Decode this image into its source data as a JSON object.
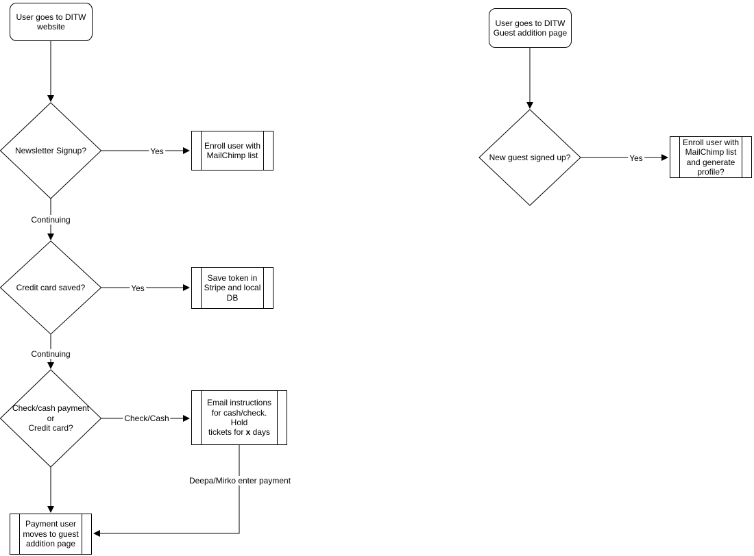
{
  "left_flow": {
    "start": {
      "text": "User goes to DITW\nwebsite"
    },
    "newsletter_decision": {
      "text": "Newsletter Signup?"
    },
    "enroll_mailchimp": {
      "text": "Enroll user with\nMailChimp list"
    },
    "credit_card_decision": {
      "text": "Credit card saved?"
    },
    "save_token": {
      "text": "Save token in\nStripe and local\nDB"
    },
    "payment_method_decision": {
      "text": "Check/cash payment\nor\nCredit card?"
    },
    "email_instructions": {
      "prefix": "Email instructions\nfor cash/check. Hold\ntickets for ",
      "bold": "x",
      "suffix": " days"
    },
    "payment_user_moves": {
      "text": "Payment user\nmoves to guest\naddition page"
    },
    "edge_labels": {
      "yes_newsletter": "Yes",
      "continuing_1": "Continuing",
      "yes_credit": "Yes",
      "continuing_2": "Continuing",
      "check_cash": "Check/Cash",
      "deepa_mirko": "Deepa/Mirko enter payment"
    }
  },
  "right_flow": {
    "start": {
      "text": "User goes to DITW\nGuest addition page"
    },
    "new_guest_decision": {
      "text": "New guest signed up?"
    },
    "enroll_generate_profile": {
      "text": "Enroll user with\nMailChimp list\nand generate\nprofile?"
    },
    "edge_labels": {
      "yes": "Yes"
    }
  },
  "colors": {
    "stroke": "#000000",
    "node_fill": "#ffffff",
    "text": "#000000",
    "background": "#ffffff"
  }
}
